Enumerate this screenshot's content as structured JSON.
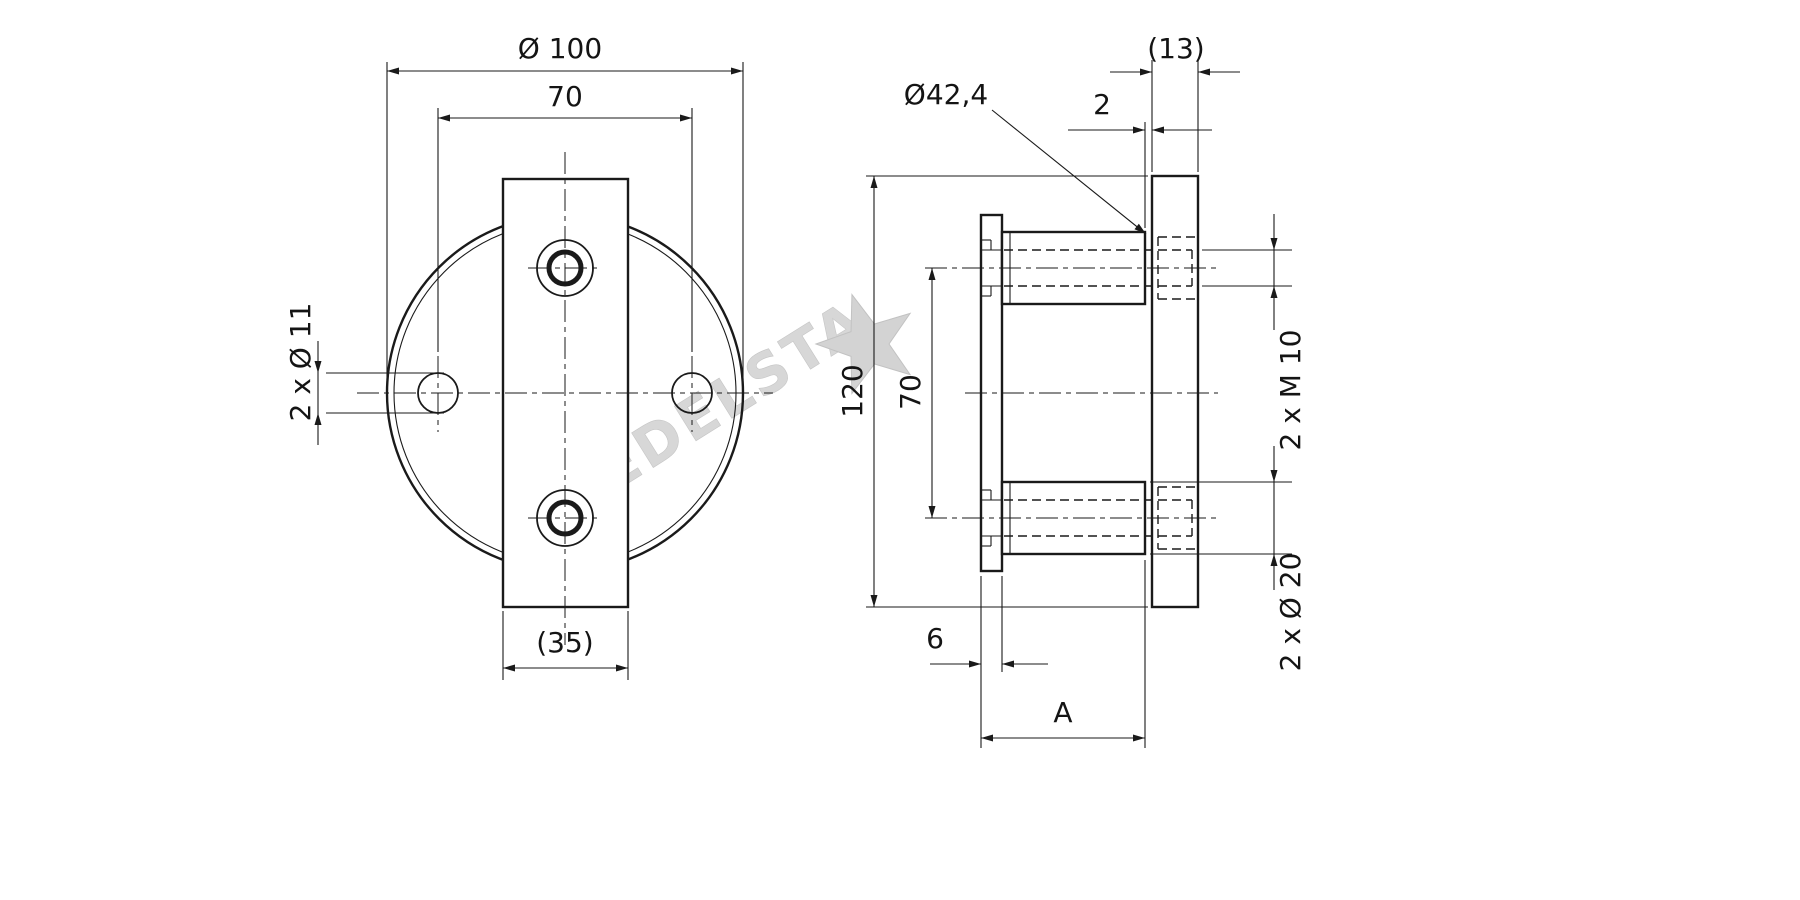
{
  "watermark": "EDELSTA",
  "front_view": {
    "dim_outer_diameter": "Ø 100",
    "dim_hole_spacing": "70",
    "dim_side_holes": "2 x Ø 11",
    "dim_plate_width": "(35)"
  },
  "side_view": {
    "dim_tube_diameter": "Ø42,4",
    "dim_wall_plate_thickness": "(13)",
    "dim_offset": "2",
    "dim_height": "120",
    "dim_stud_spacing": "70",
    "dim_thread": "2 x M 10",
    "dim_stud_diameter": "2 x Ø 20",
    "dim_flange_thickness": "6",
    "dim_length": "A"
  }
}
